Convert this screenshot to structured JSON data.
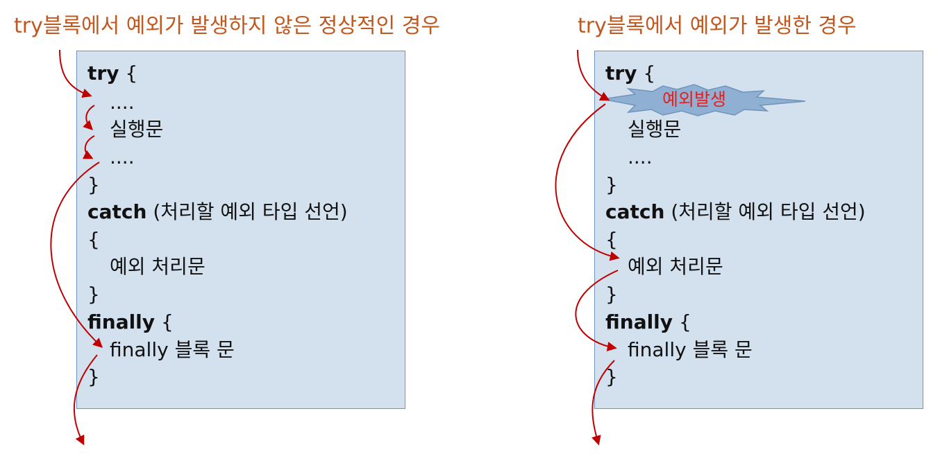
{
  "headings": {
    "left": "try블록에서 예외가 발생하지 않은 정상적인 경우",
    "right": "try블록에서 예외가 발생한 경우"
  },
  "code": {
    "try_kw": "try",
    "open_brace": "{",
    "close_brace": "}",
    "dots": "....",
    "statement": "실행문",
    "catch_kw": "catch",
    "catch_param": "(처리할 예외 타입 선언)",
    "handler": "예외 처리문",
    "finally_kw": "finally",
    "finally_stmt": "finally 블록 문"
  },
  "exception_burst": "예외발생",
  "colors": {
    "heading": "#c0581f",
    "box_fill": "#d3e0ee",
    "box_border": "#6f93ba",
    "arrow": "#c00000",
    "burst_fill": "#8fb0d2",
    "burst_text": "#e81e1e"
  }
}
